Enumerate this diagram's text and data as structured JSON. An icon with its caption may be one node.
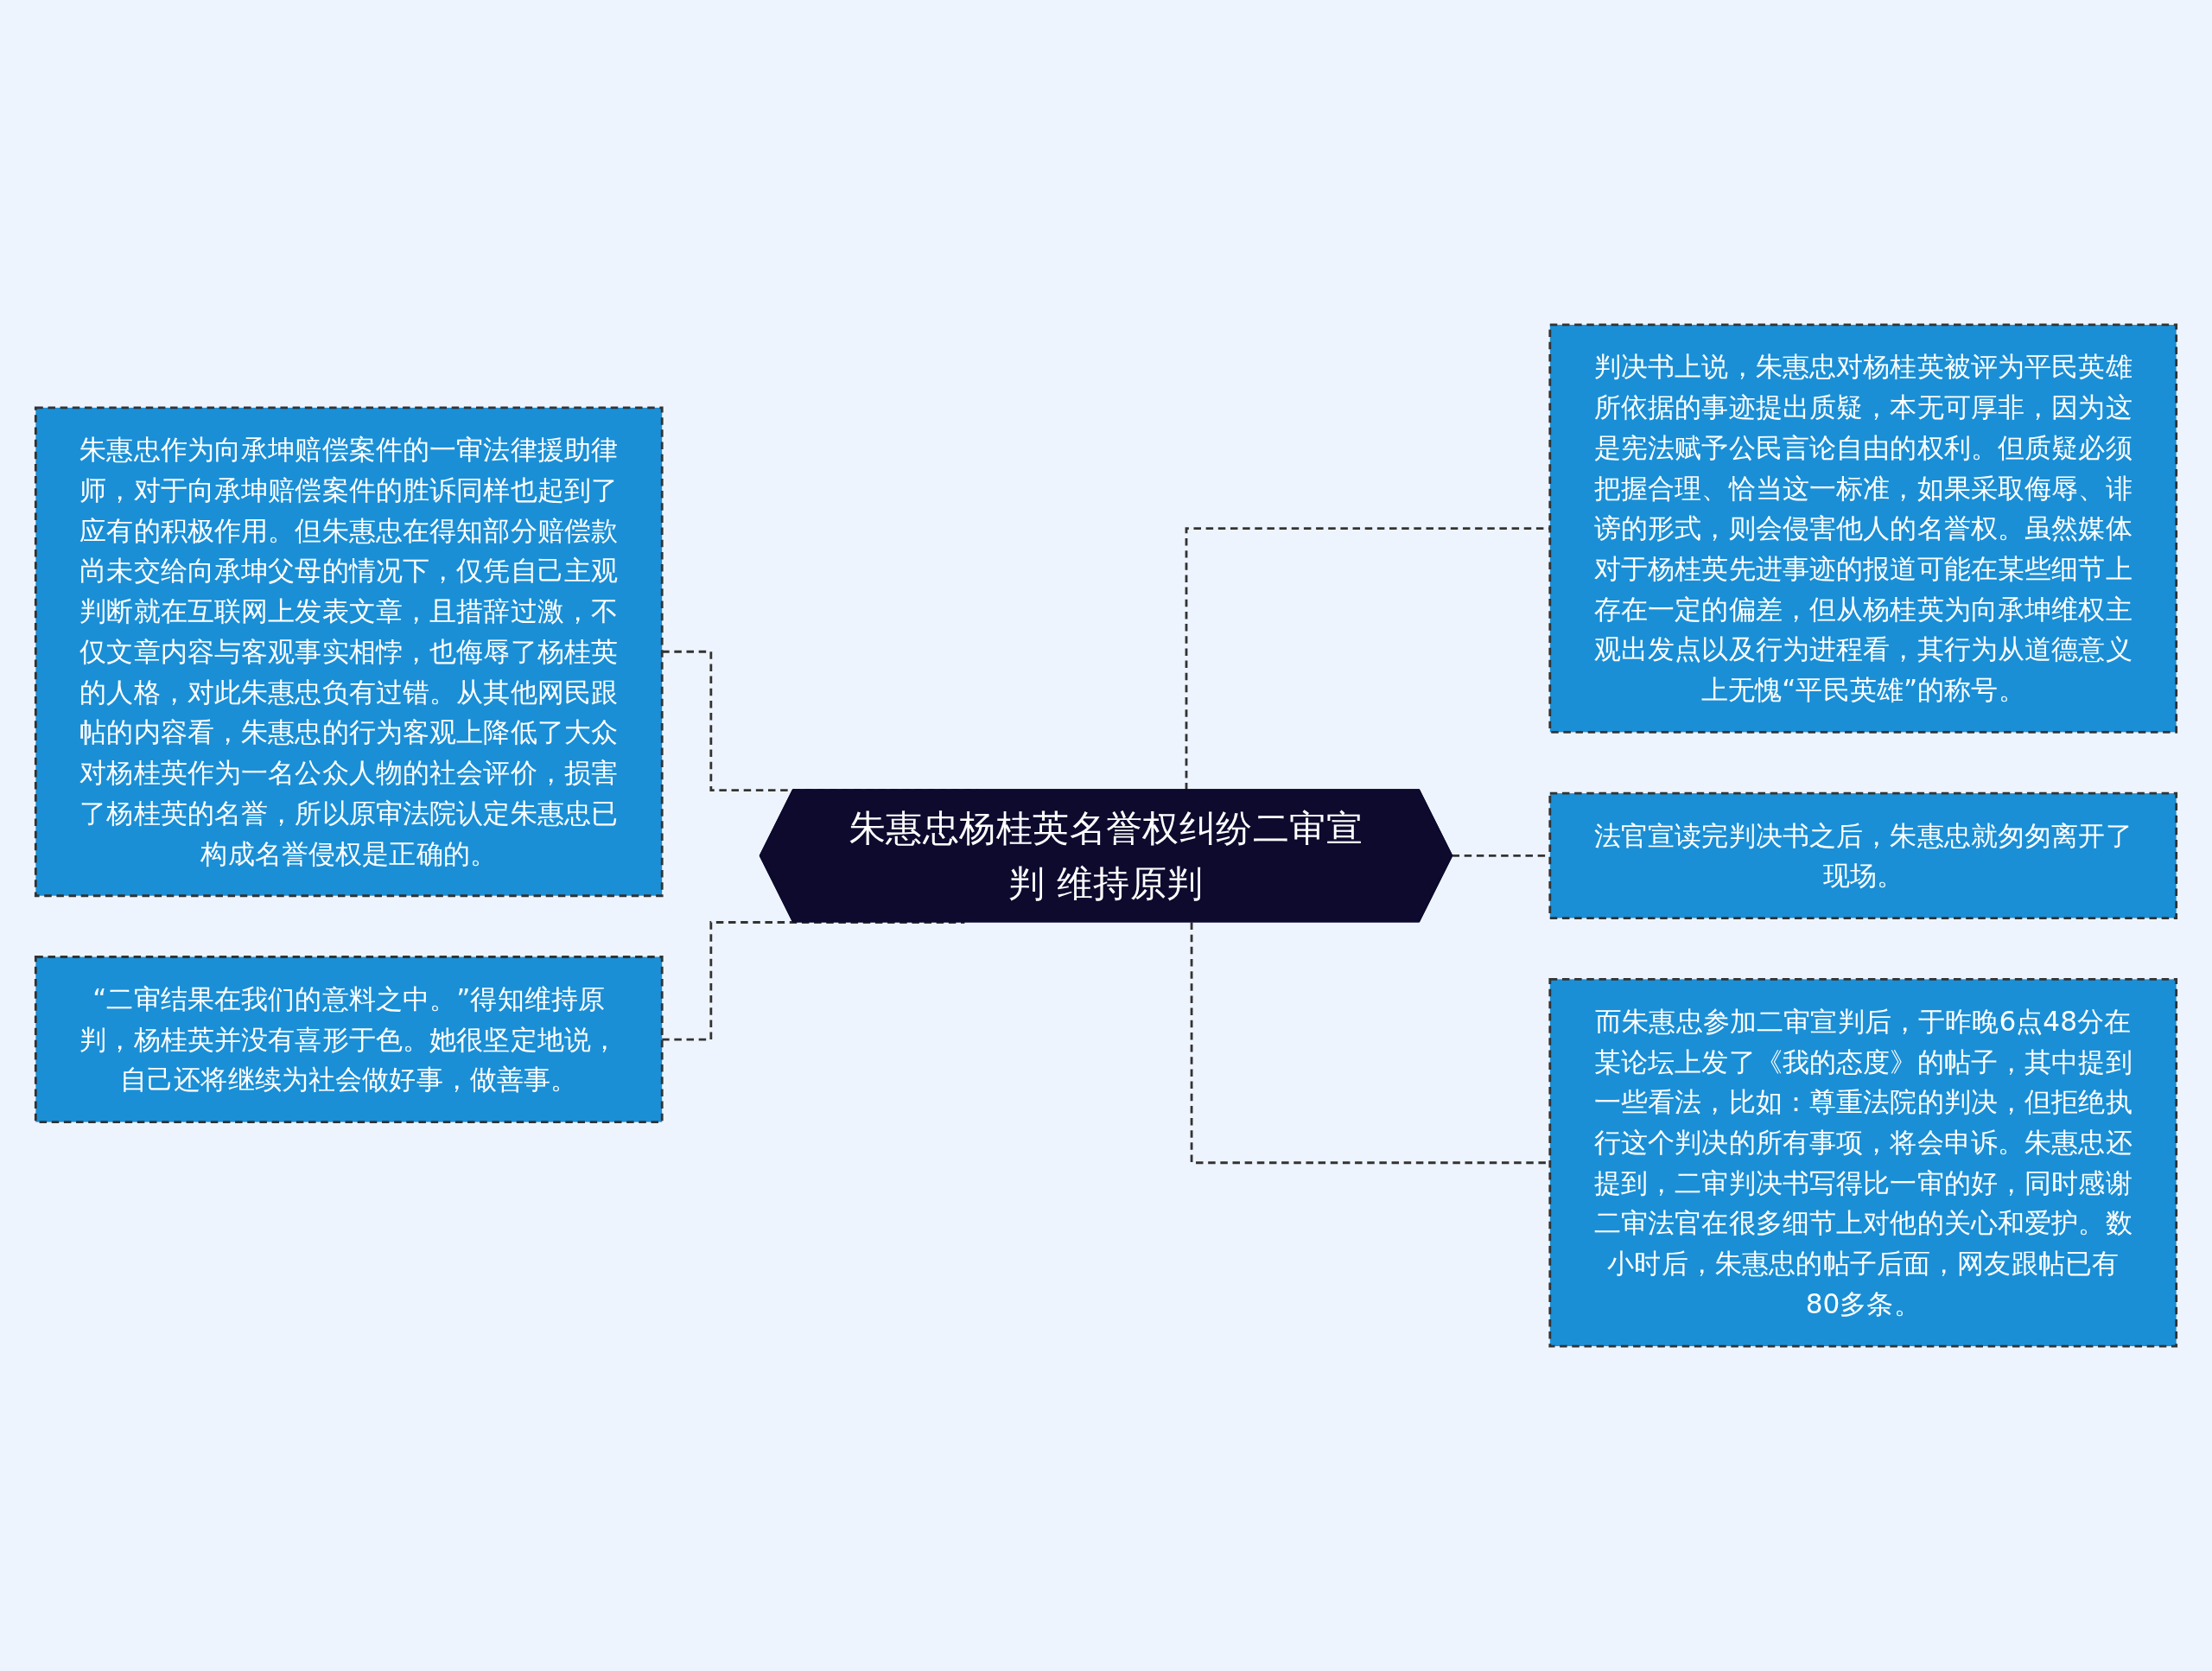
{
  "diagram": {
    "nodes": [
      {
        "text": [
          "朱惠忠杨桂英名誉权纠纷二审宣判 维持原判"
        ]
      },
      {
        "text": [
          "朱惠忠作为向承坤赔偿案件的一审法律援助律师，对于向承坤赔偿案件的胜诉同样也起到了应有的积极作用。但朱惠忠在得知部分赔偿款尚未交给向承坤父母的情况下，仅凭自己主观判断就在互联网上发表文章，且措辞过激，不仅文章内容与客观事实相悖，也侮辱了杨桂英的人格，对此朱惠忠负有过错。从其他网民跟帖的内容看，朱惠忠的行为客观上降低了大众对杨桂英作为一名公众人物的社会评价，损害了杨桂英的名誉，所以原审法院认定朱惠忠已构成名誉侵权是正确的。"
        ]
      },
      {
        "text": [
          "“二审结果在我们的意料之中。”得知维持原判，杨桂英并没有喜形于色。她很坚定地说，自己还将继续为社会做好事，做善事。"
        ]
      },
      {
        "text": [
          "判决书上说，朱惠忠对杨桂英被评为平民英雄所依据的事迹提出质疑，本无可厚非，因为这是宪法赋予公民言论自由的权利。但质疑必须把握合理、恰当这一标准，如果采取侮辱、诽谤的形式，则会侵害他人的名誉权。虽然媒体对于杨桂英先进事迹的报道可能在某些细节上存在一定的偏差，但从杨桂英为向承坤维权主观出发点以及行为进程看，其行为从道德意义上无愧“平民英雄”的称号。"
        ]
      },
      {
        "text": [
          "法官宣读完判决书之后，朱惠忠就匆匆离开了现场。"
        ]
      },
      {
        "text": [
          "而朱惠忠参加二审宣判后，于昨晚6点48分在某论坛上发了《我的态度》的帖子，其中提到一些看法，比如：尊重法院的判决，但拒绝执行这个判决的所有事项，将会申诉。朱惠忠还提到，二审判决书写得比一审的好，同时感谢二审法官在很多细节上对他的关心和爱护。数小时后，朱惠忠的帖子后面，网友跟帖已有80多条。"
        ]
      }
    ],
    "edges": [
      {
        "from": 1,
        "to": 0,
        "arrow": "none",
        "style": "dashed"
      },
      {
        "from": 2,
        "to": 0,
        "arrow": "none",
        "style": "dashed"
      },
      {
        "from": 0,
        "to": 3,
        "arrow": "none",
        "style": "dashed"
      },
      {
        "from": 0,
        "to": 4,
        "arrow": "none",
        "style": "dashed"
      },
      {
        "from": 0,
        "to": 5,
        "arrow": "none",
        "style": "dashed"
      }
    ]
  }
}
